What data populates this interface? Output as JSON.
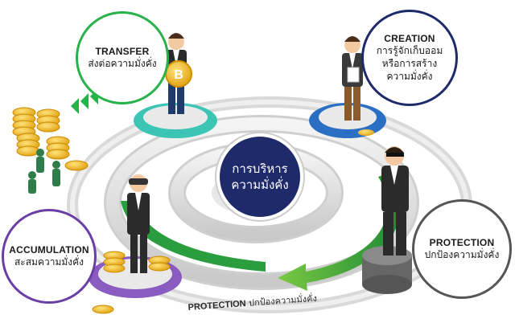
{
  "center": {
    "line1": "การบริหาร",
    "line2": "ความมั่งคั่ง"
  },
  "transfer": {
    "title": "TRANSFER",
    "subtitle": "ส่งต่อความมั่งคั่ง"
  },
  "creation": {
    "title": "CREATION",
    "line1": "การรู้จักเก็บออม",
    "line2": "หรือการสร้าง",
    "line3": "ความมั่งคั่ง"
  },
  "accumulation": {
    "title": "ACCUMULATION",
    "subtitle": "สะสมความมั่งคั่ง"
  },
  "protection": {
    "title": "PROTECTION",
    "subtitle": "ปกป้องความมั่งคั่ง"
  },
  "ring_label": {
    "title": "PROTECTION",
    "subtitle": "ปกป้องความมั่งคั่ง"
  },
  "coin_symbol": "B",
  "colors": {
    "navy": "#1f2a6b",
    "green": "#1e9a3a",
    "teal": "#3cc4b4",
    "blue": "#2b6fc4",
    "purple": "#8a5bc0",
    "gold": "#f2b824"
  }
}
